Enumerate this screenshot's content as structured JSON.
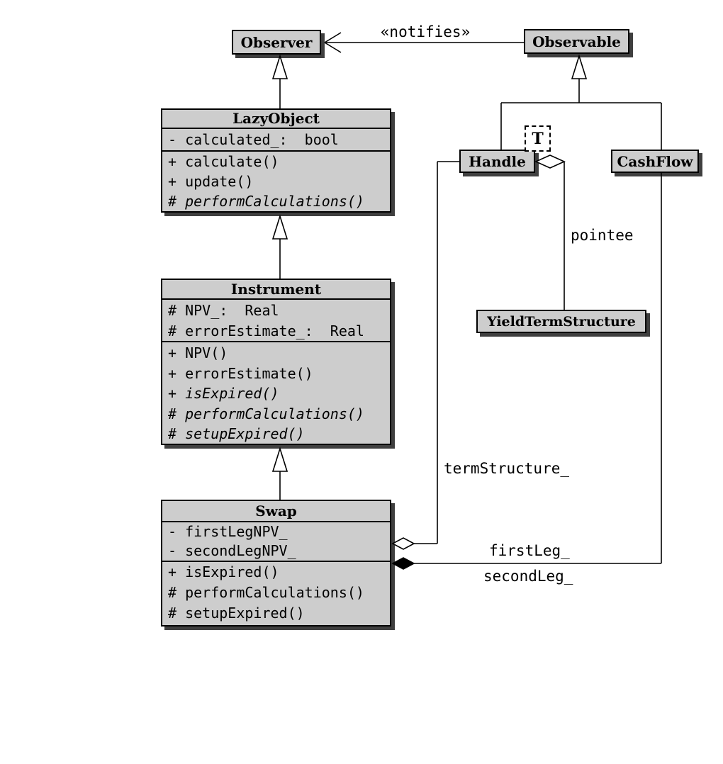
{
  "colors": {
    "box_fill": "#cdcdcd",
    "box_border": "#000000",
    "box_shadow": "#3f3f3f",
    "line": "#000000",
    "background": "#ffffff"
  },
  "stereotype": {
    "notifies": "«notifies»"
  },
  "association_labels": {
    "pointee": "pointee",
    "term_structure": "termStructure_",
    "first_leg": "firstLeg_",
    "second_leg": "secondLeg_"
  },
  "classes": {
    "observer": {
      "name": "Observer"
    },
    "observable": {
      "name": "Observable"
    },
    "handle": {
      "name": "Handle",
      "template_parameter": "T"
    },
    "cash_flow": {
      "name": "CashFlow"
    },
    "yield_term_structure": {
      "name": "YieldTermStructure"
    },
    "lazy_object": {
      "name": "LazyObject",
      "attributes": [
        {
          "text": "- calculated_:  bool",
          "abstract": false
        }
      ],
      "methods": [
        {
          "text": "+ calculate()",
          "abstract": false
        },
        {
          "text": "+ update()",
          "abstract": false
        },
        {
          "text": "# performCalculations()",
          "abstract": true
        }
      ]
    },
    "instrument": {
      "name": "Instrument",
      "attributes": [
        {
          "text": "# NPV_:  Real",
          "abstract": false
        },
        {
          "text": "# errorEstimate_:  Real",
          "abstract": false
        }
      ],
      "methods": [
        {
          "text": "+ NPV()",
          "abstract": false
        },
        {
          "text": "+ errorEstimate()",
          "abstract": false
        },
        {
          "text": "+ isExpired()",
          "abstract": true
        },
        {
          "text": "# performCalculations()",
          "abstract": true
        },
        {
          "text": "# setupExpired()",
          "abstract": true
        }
      ]
    },
    "swap": {
      "name": "Swap",
      "attributes": [
        {
          "text": "- firstLegNPV_",
          "abstract": false
        },
        {
          "text": "- secondLegNPV_",
          "abstract": false
        }
      ],
      "methods": [
        {
          "text": "+ isExpired()",
          "abstract": false
        },
        {
          "text": "# performCalculations()",
          "abstract": false
        },
        {
          "text": "# setupExpired()",
          "abstract": false
        }
      ]
    }
  }
}
